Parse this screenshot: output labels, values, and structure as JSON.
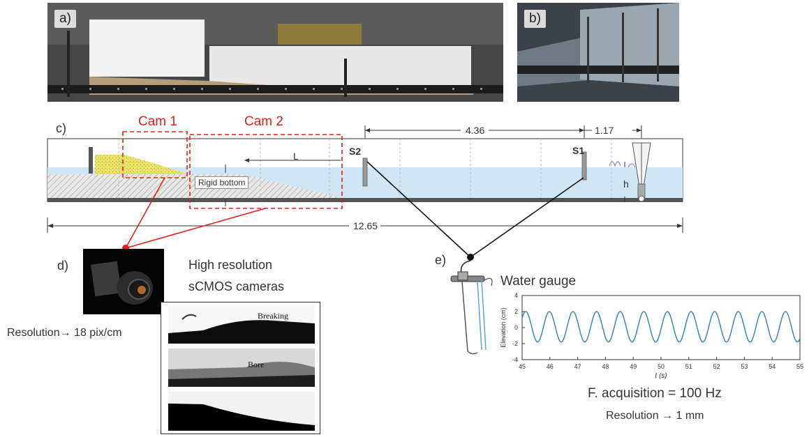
{
  "panels": {
    "a": "a)",
    "b": "b)",
    "c": "c)",
    "d": "d)",
    "e": "e)"
  },
  "flume": {
    "cam1": "Cam 1",
    "cam2": "Cam 2",
    "s1": "S1",
    "s2": "S2",
    "dim_436": "4.36",
    "dim_117": "1.17",
    "dim_1265": "12.65",
    "length_label": "L",
    "depth_label": "h",
    "rigid_bottom": "Rigid bottom"
  },
  "cameras": {
    "title_line1": "High resolution",
    "title_line2": "sCMOS cameras",
    "resolution": "Resolution→ 18 pix/cm",
    "frame_breaking": "Breaking",
    "frame_bore": "Bore"
  },
  "gauge": {
    "title": "Water gauge",
    "acquisition": "F. acquisition = 100 Hz",
    "resolution": "Resolution → 1 mm"
  },
  "chart_data": {
    "type": "line",
    "title": "",
    "xlabel": "t (s)",
    "ylabel": "Elevation (cm)",
    "xlim": [
      45,
      55
    ],
    "ylim": [
      -4,
      4
    ],
    "xticks": [
      45,
      46,
      47,
      48,
      49,
      50,
      51,
      52,
      53,
      54,
      55
    ],
    "yticks": [
      -4,
      -2,
      0,
      2,
      4
    ],
    "series": [
      {
        "period_s": 0.85,
        "amplitude_cm": 1.9,
        "mean_cm": 0.1,
        "color": "#2f7fb8"
      }
    ]
  },
  "colors": {
    "accent_red": "#e0201b",
    "water": "#cfe6f5",
    "sand": "#ece36a",
    "series": "#2f7fb8"
  }
}
